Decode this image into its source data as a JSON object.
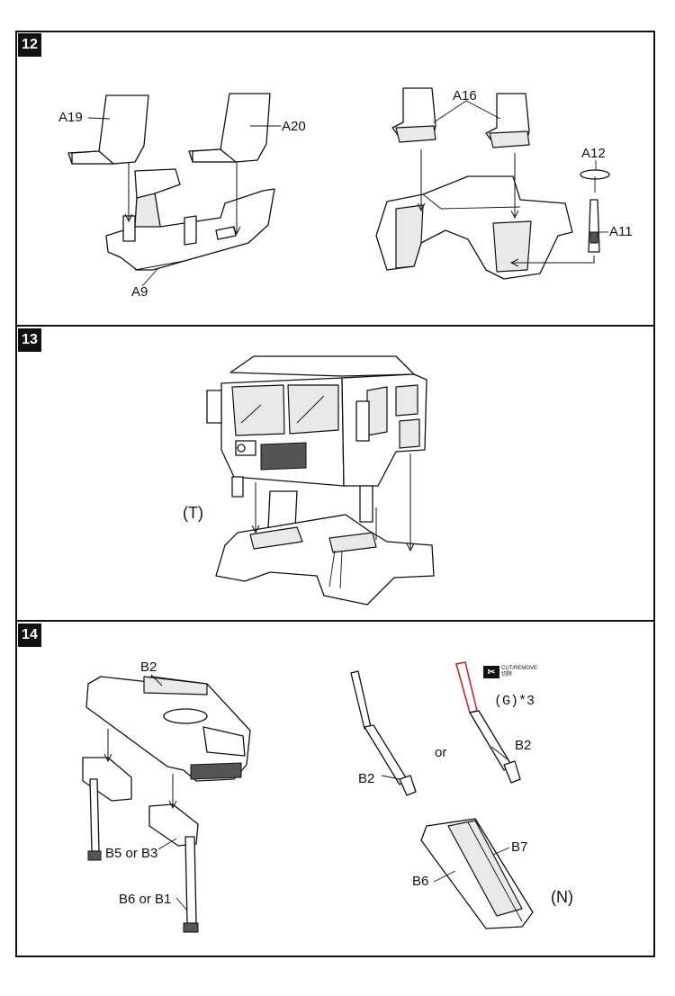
{
  "steps": [
    {
      "number": "12",
      "labels": {
        "a19": "A19",
        "a20": "A20",
        "a9": "A9",
        "a16": "A16",
        "a12": "A12",
        "a11": "A11"
      }
    },
    {
      "number": "13",
      "labels": {
        "t": "(T)"
      }
    },
    {
      "number": "14",
      "labels": {
        "b2_top": "B2",
        "b5_or_b3": "B5 or B3",
        "b6_or_b1": "B6 or B1",
        "b2_left": "B2",
        "or": "or",
        "b2_right": "B2",
        "g3": "(G)*3",
        "b7": "B7",
        "b6": "B6",
        "n": "(N)"
      },
      "cut_remove": {
        "line1": "CUT/REMOVE",
        "line2": "切除"
      }
    }
  ]
}
